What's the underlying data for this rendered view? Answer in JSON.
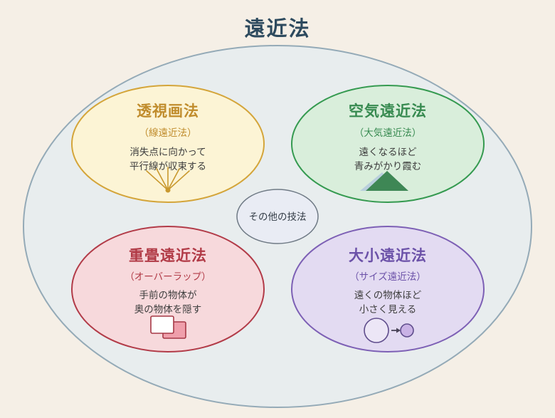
{
  "title": "遠近法",
  "colors": {
    "background": "#f5efe6",
    "title_text": "#2d4a5e",
    "outer_fill": "#e8edee",
    "outer_border": "#94aab7",
    "body_text": "#3e3e3e",
    "center_fill": "#e9ecf4",
    "center_border": "#6f7a85",
    "center_text": "#333c46"
  },
  "center_node": {
    "label": "その他の技法"
  },
  "nodes": [
    {
      "title": "透視画法",
      "subtitle": "（線遠近法）",
      "desc1": "消失点に向かって",
      "desc2": "平行線が収束する",
      "fill": "#fcf4d5",
      "border": "#d4a53a",
      "accent": "#c08c2c",
      "icon": {
        "name": "vanishing-point-icon",
        "primary": "#c9992f"
      }
    },
    {
      "title": "空気遠近法",
      "subtitle": "（大気遠近法）",
      "desc1": "遠くなるほど",
      "desc2": "青みがかり霞む",
      "fill": "#d9eedb",
      "border": "#359a50",
      "accent": "#378a50",
      "icon": {
        "name": "mountain-icon",
        "primary": "#3e8755",
        "secondary": "#b9cfdd"
      }
    },
    {
      "title": "重畳遠近法",
      "subtitle": "（オーバーラップ）",
      "desc1": "手前の物体が",
      "desc2": "奥の物体を隠す",
      "fill": "#f7d9dc",
      "border": "#b23b48",
      "accent": "#b13a46",
      "icon": {
        "name": "overlap-rectangles-icon",
        "primary": "#a63946",
        "back_fill": "#ef9fab",
        "front_fill": "#ffffff"
      }
    },
    {
      "title": "大小遠近法",
      "subtitle": "（サイズ遠近法）",
      "desc1": "遠くの物体ほど",
      "desc2": "小さく見える",
      "fill": "#e3dbf2",
      "border": "#7d60b5",
      "accent": "#6b51a8",
      "icon": {
        "name": "size-comparison-icon",
        "primary": "#5f4d8c",
        "big_fill": "#ece6f6",
        "small_fill": "#c9b2e5",
        "arrow": "#4a4458"
      }
    }
  ]
}
